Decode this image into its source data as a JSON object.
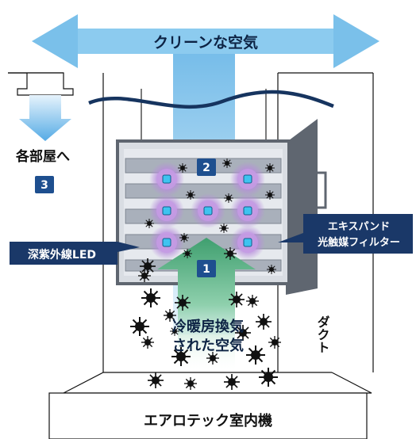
{
  "title_arrow_label": "クリーンな空気",
  "to_rooms_label": "各部屋へ",
  "badges": {
    "one": "1",
    "two": "2",
    "three": "3"
  },
  "led_label": "深紫外線LED",
  "filter_label_line1": "エキスパンド",
  "filter_label_line2": "光触媒フィルター",
  "cold_air_line1": "冷暖房換気",
  "cold_air_line2": "された空気",
  "duct_label": "ダクト",
  "unit_label": "エアロテック室内機",
  "colors": {
    "blue_arrow": "#5aaee3",
    "green_arrow": "#3f9f6f",
    "navy": "#1f3b6d",
    "badge": "#1e4f8f",
    "led_glow": "#b58ad6",
    "led_core": "#3fc3f0",
    "frame": "#6f7682"
  },
  "icons": [
    "dust-particle-icon",
    "led-light-icon",
    "flow-arrow-icon"
  ]
}
